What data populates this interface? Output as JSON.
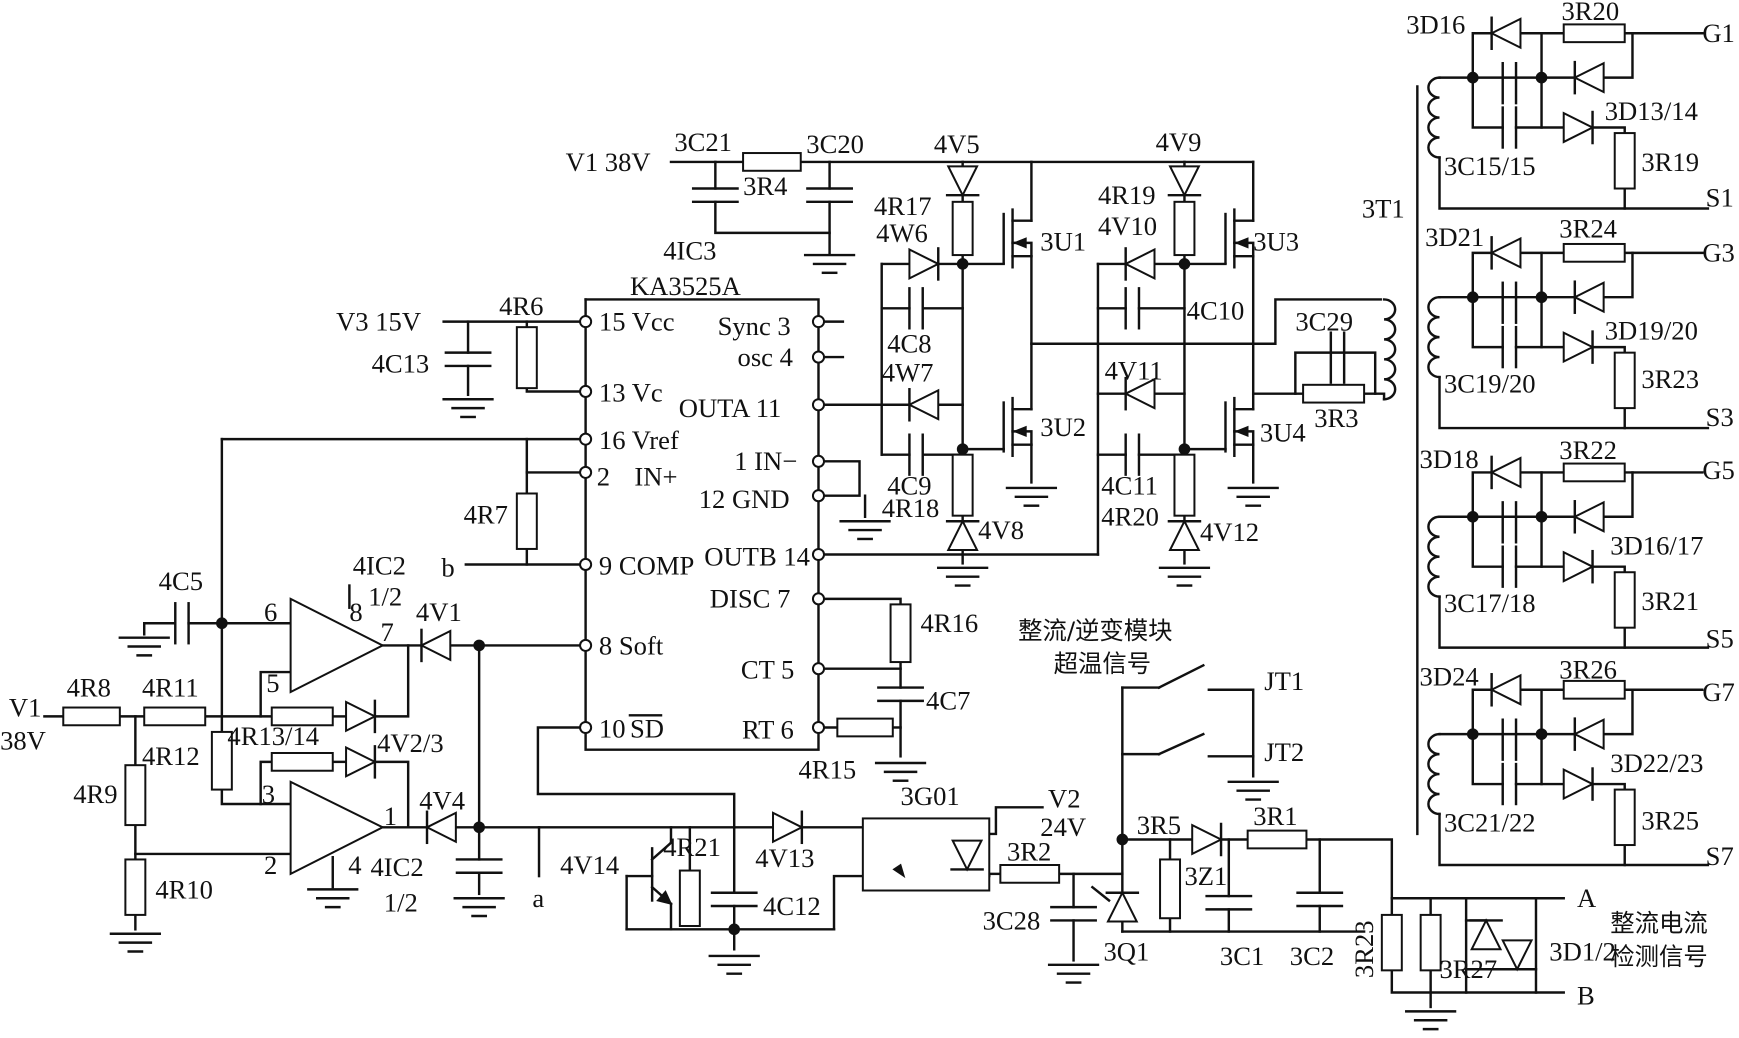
{
  "diagram": {
    "type": "circuit-schematic",
    "line_color": "#111111",
    "background": "#ffffff"
  },
  "labels": {
    "d3d16": "3D16",
    "r3r20": "3R20",
    "g1": "G1",
    "d3d1314": "3D13/14",
    "c3c1515": "3C15/15",
    "r3r19": "3R19",
    "s1": "S1",
    "t3t1": "3T1",
    "d3d21": "3D21",
    "r3r24": "3R24",
    "g3": "G3",
    "d3d1920": "3D19/20",
    "c3c1920": "3C19/20",
    "r3r23a": "3R23",
    "s3": "S3",
    "d3d18": "3D18",
    "r3r22": "3R22",
    "g5": "G5",
    "d3d1617": "3D16/17",
    "c3c1718": "3C17/18",
    "r3r21": "3R21",
    "s5": "S5",
    "d3d24": "3D24",
    "r3r26": "3R26",
    "g7": "G7",
    "d3d2223": "3D22/23",
    "c3c2122": "3C21/22",
    "r3r25": "3R25",
    "s7": "S7",
    "v1top": "V1  38V",
    "c3c21": "3C21",
    "c3c20": "3C20",
    "r3r4": "3R4",
    "v4v5": "4V5",
    "v4v9": "4V9",
    "r4r17": "4R17",
    "w4w6": "4W6",
    "u3u1": "3U1",
    "r4r19": "4R19",
    "v4v10": "4V10",
    "u3u3": "3U3",
    "ic4ic3": "4IC3",
    "ka3525a": "KA3525A",
    "v3": "V3  15V",
    "r4r6": "4R6",
    "c4c13": "4C13",
    "p15": "15 Vcc",
    "p3": "Sync 3",
    "p4": "osc 4",
    "p13": "13 Vc",
    "p11": "OUTA 11",
    "c4c8": "4C8",
    "w4w7": "4W7",
    "c4c10": "4C10",
    "c3c29": "3C29",
    "v4v11": "4V11",
    "u3u2": "3U2",
    "u3u4": "3U4",
    "r3r3": "3R3",
    "p16": "16 Vref",
    "p2n": "2",
    "p2": "IN+",
    "p1": "1 IN−",
    "p12": "12 GND",
    "c4c9": "4C9",
    "r4r18": "4R18",
    "c4c11": "4C11",
    "r4r20": "4R20",
    "v4v8": "4V8",
    "v4v12": "4V12",
    "r4r7": "4R7",
    "b": "b",
    "p9": "9 COMP",
    "p14": "OUTB 14",
    "ic4ic2a": "4IC2",
    "half_a": "1/2",
    "pin8": "8",
    "pin7": "7",
    "v4v1": "4V1",
    "c4c5": "4C5",
    "pin6": "6",
    "p7": "DISC 7",
    "r4r16": "4R16",
    "p8": "8 Soft",
    "overtemp1": "整流/逆变模块",
    "overtemp2": "超温信号",
    "p5": "CT 5",
    "c4c7": "4C7",
    "jt1": "JT1",
    "pin5": "5",
    "v1": "V1",
    "v1v": "38V",
    "r4r8": "4R8",
    "r4r11": "4R11",
    "r4r12": "4R12",
    "r4r1314": "4R13/14",
    "v4v23": "4V2/3",
    "p10n": "10 ",
    "p10": "SD",
    "p6": "RT 6",
    "jt2": "JT2",
    "r4r15": "4R15",
    "r4r9": "4R9",
    "pin3": "3",
    "pin1": "1",
    "v4v4": "4V4",
    "g3g01": "3G01",
    "v2": "V2",
    "v2v": "24V",
    "r3r5": "3R5",
    "r3r1": "3R1",
    "v4v14": "4V14",
    "r4r21": "4R21",
    "v4v13": "4V13",
    "pin2": "2",
    "pin4": "4",
    "ic4ic2b": "4IC2",
    "half_b": "1/2",
    "r4r10": "4R10",
    "a": "a",
    "c4c12": "4C12",
    "r3r2": "3R2",
    "z3z1": "3Z1",
    "c3c28": "3C28",
    "q3q1": "3Q1",
    "c3c1": "3C1",
    "c3c2": "3C2",
    "r3r23b": "3R23",
    "r3r27": "3R27",
    "d3d12": "3D1/2",
    "A": "A",
    "B": "B",
    "cur1": "整流电流",
    "cur2": "检测信号"
  }
}
